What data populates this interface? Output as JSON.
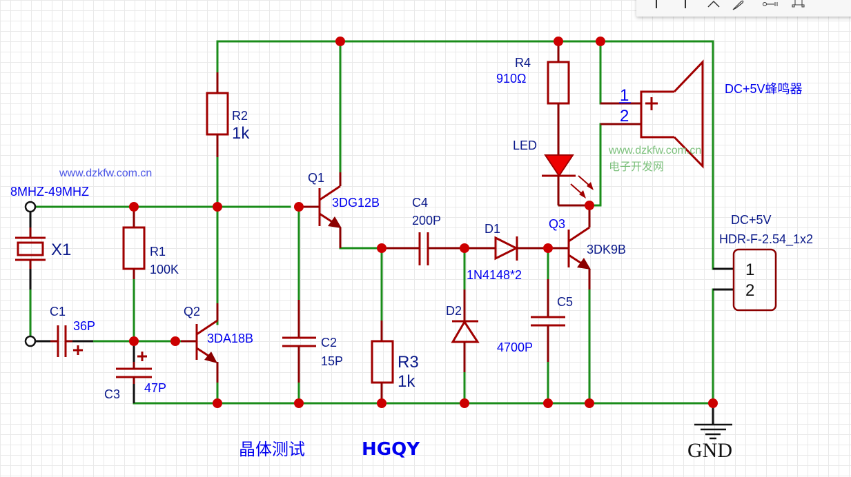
{
  "toolbar": {
    "tools": [
      "wire-tool",
      "bus-tool",
      "polyline-tool",
      "freehand-draw-tool",
      "net-label-tool",
      "bounding-box-tool"
    ]
  },
  "title": {
    "cn": "晶体测试",
    "code": "HGQY"
  },
  "watermarks": {
    "left_url": "www.dzkfw.com.cn",
    "right_url": "www.dzkfw.com.cn",
    "right_cn": "电子开发网"
  },
  "net_labels": {
    "freq_range": "8MHZ-49MHZ",
    "gnd": "GND"
  },
  "components": {
    "x1": {
      "ref": "X1"
    },
    "r1": {
      "ref": "R1",
      "value": "100K"
    },
    "r2": {
      "ref": "R2",
      "value": "1k"
    },
    "r3": {
      "ref": "R3",
      "value": "1k"
    },
    "r4": {
      "ref": "R4",
      "value": "910Ω"
    },
    "c1": {
      "ref": "C1",
      "value": "36P",
      "polarity": "+"
    },
    "c2": {
      "ref": "C2",
      "value": "15P"
    },
    "c3": {
      "ref": "C3",
      "value": "47P",
      "polarity": "+"
    },
    "c4": {
      "ref": "C4",
      "value": "200P"
    },
    "c5": {
      "ref": "C5",
      "value": "4700P"
    },
    "q1": {
      "ref": "Q1",
      "value": "3DG12B"
    },
    "q2": {
      "ref": "Q2",
      "value": "3DA18B"
    },
    "q3": {
      "ref": "Q3",
      "value": "3DK9B"
    },
    "d1": {
      "ref": "D1",
      "value": "1N4148*2"
    },
    "d2": {
      "ref": "D2"
    },
    "led": {
      "ref": "LED"
    },
    "buzzer": {
      "label": "DC+5V蜂鸣器",
      "pin1": "1",
      "pin2": "2",
      "polarity": "+"
    },
    "header": {
      "ref": "DC+5V",
      "value": "HDR-F-2.54_1x2",
      "pin1": "1",
      "pin2": "2"
    }
  }
}
